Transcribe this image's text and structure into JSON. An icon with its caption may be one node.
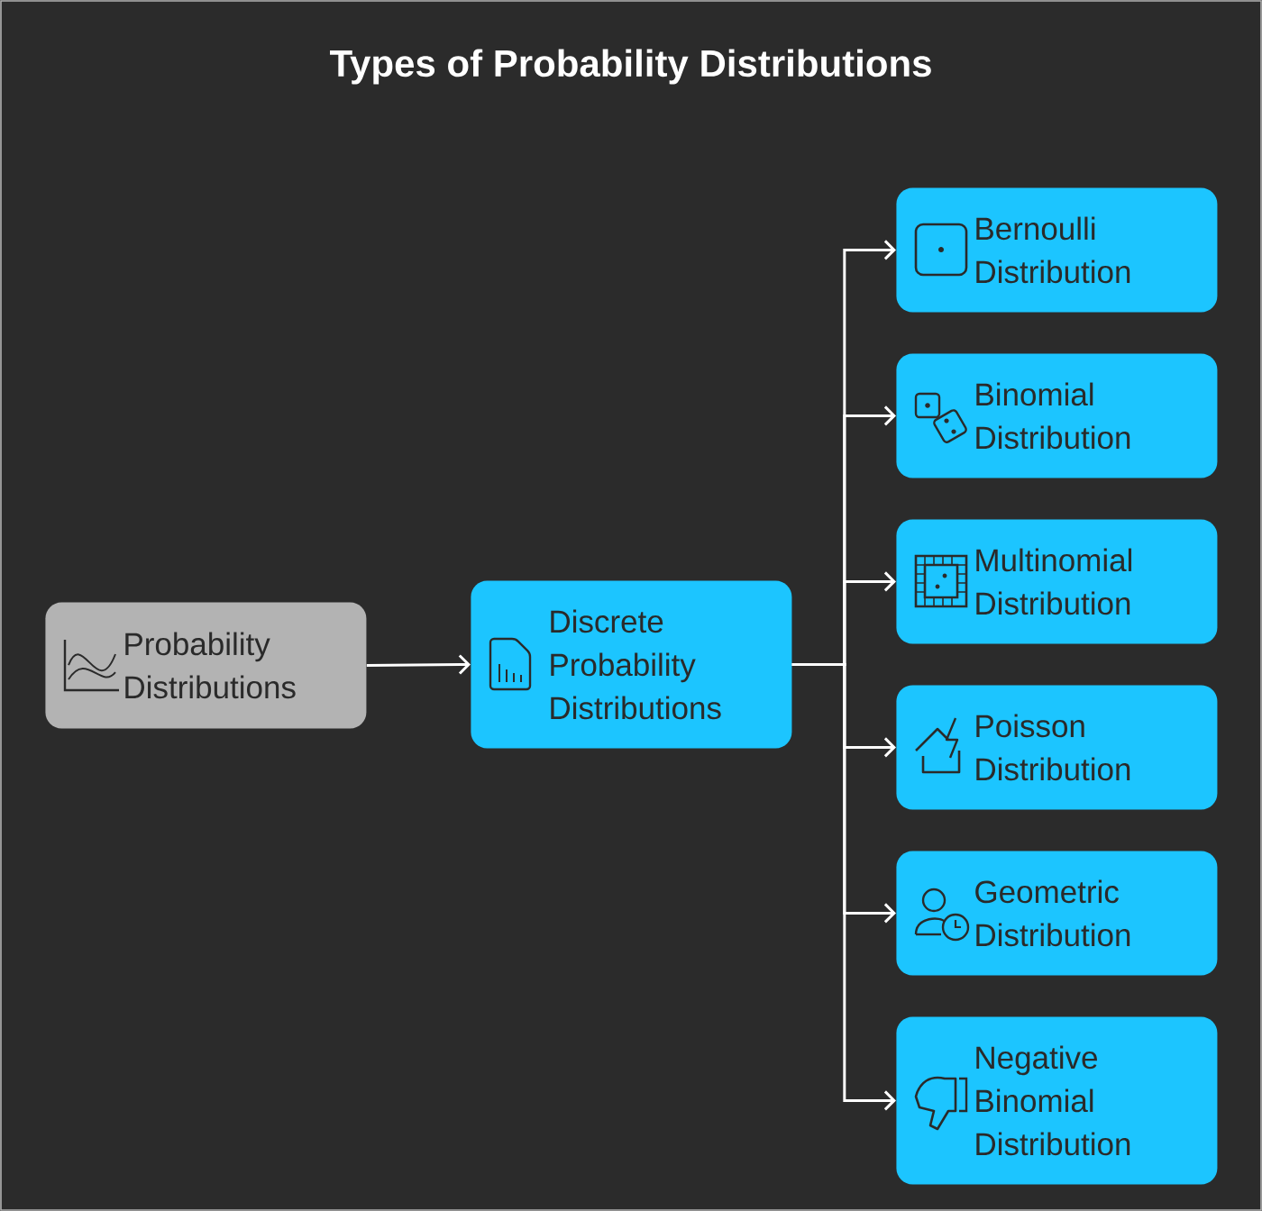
{
  "diagram": {
    "title": "Types of Probability Distributions",
    "nodes": [
      {
        "text": [
          "Probability Distributions"
        ]
      },
      {
        "text": [
          "Discrete Probability Distributions"
        ]
      },
      {
        "text": [
          "Bernoulli Distribution"
        ]
      },
      {
        "text": [
          "Binomial Distribution"
        ]
      },
      {
        "text": [
          "Multinomial Distribution"
        ]
      },
      {
        "text": [
          "Poisson Distribution"
        ]
      },
      {
        "text": [
          "Geometric Distribution"
        ]
      },
      {
        "text": [
          "Negative Binomial Distribution"
        ]
      }
    ],
    "edges": [
      {
        "from": 0,
        "to": 1,
        "arrow": "to"
      },
      {
        "from": 1,
        "to": 2,
        "arrow": "to"
      },
      {
        "from": 1,
        "to": 3,
        "arrow": "to"
      },
      {
        "from": 1,
        "to": 4,
        "arrow": "to"
      },
      {
        "from": 1,
        "to": 5,
        "arrow": "to"
      },
      {
        "from": 1,
        "to": 6,
        "arrow": "to"
      },
      {
        "from": 1,
        "to": 7,
        "arrow": "to"
      }
    ]
  }
}
